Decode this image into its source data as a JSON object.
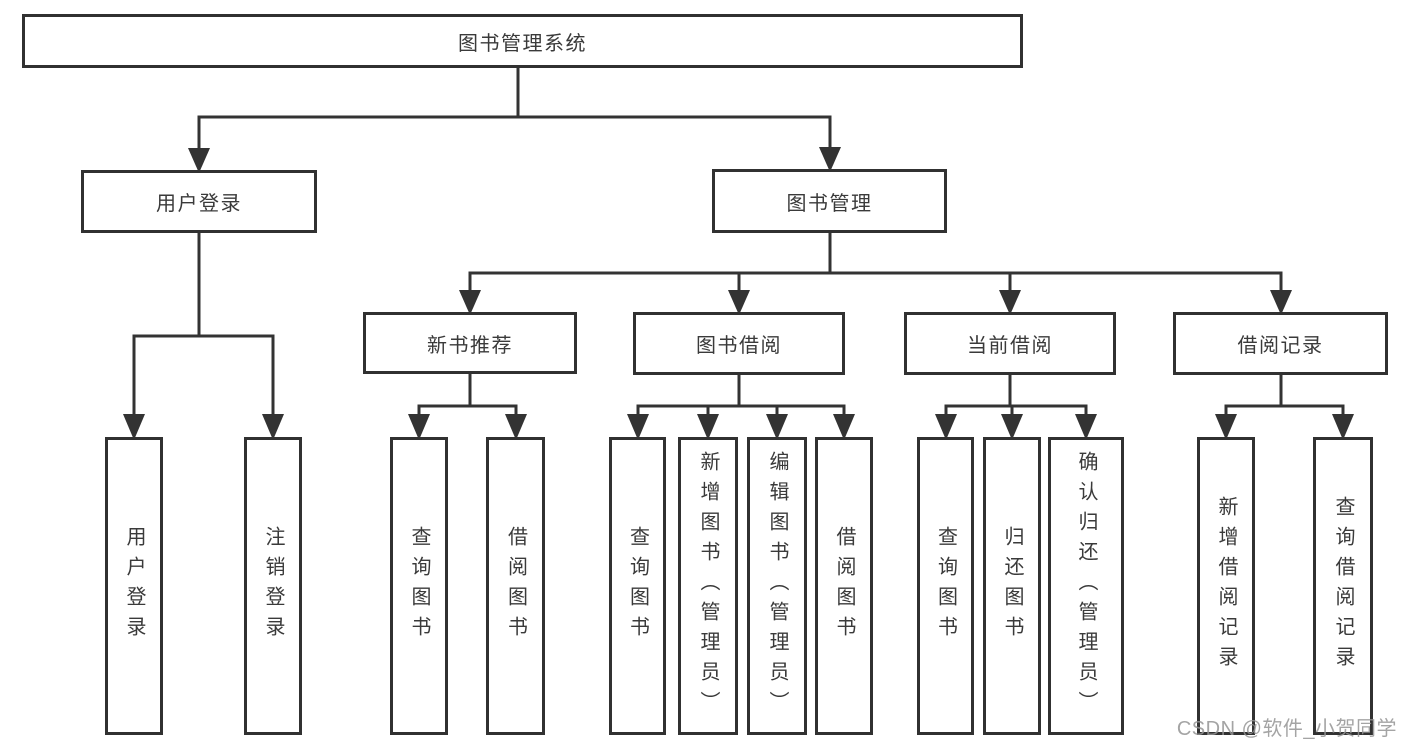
{
  "diagram": {
    "root": {
      "label": "图书管理系统"
    },
    "branches": {
      "user_login": {
        "label": "用户登录"
      },
      "book_management": {
        "label": "图书管理"
      }
    },
    "modules": {
      "new_book_recommendation": {
        "label": "新书推荐"
      },
      "book_borrowing": {
        "label": "图书借阅"
      },
      "current_borrowing": {
        "label": "当前借阅"
      },
      "borrowing_records": {
        "label": "借阅记录"
      }
    },
    "functions": {
      "user_login": {
        "label": "用户登录"
      },
      "logout": {
        "label": "注销登录"
      },
      "recommend_query_books": {
        "label": "查询图书"
      },
      "recommend_borrow_books": {
        "label": "借阅图书"
      },
      "borrowing_query_books": {
        "label": "查询图书"
      },
      "borrowing_add_books": {
        "label": "新增图书（管理员）"
      },
      "borrowing_edit_books": {
        "label": "编辑图书（管理员）"
      },
      "borrowing_borrow_books": {
        "label": "借阅图书"
      },
      "current_query_books": {
        "label": "查询图书"
      },
      "current_return_books": {
        "label": "归还图书"
      },
      "current_confirm_return": {
        "label": "确认归还（管理员）"
      },
      "records_add_record": {
        "label": "新增借阅记录"
      },
      "records_query_record": {
        "label": "查询借阅记录"
      }
    },
    "watermark": {
      "text": "CSDN @软件_小贺同学"
    },
    "colors": {
      "line": "#333333",
      "text": "#3a3a3a",
      "box_background": "#ffffff",
      "background": "#ffffff",
      "watermark": "#949494"
    }
  }
}
